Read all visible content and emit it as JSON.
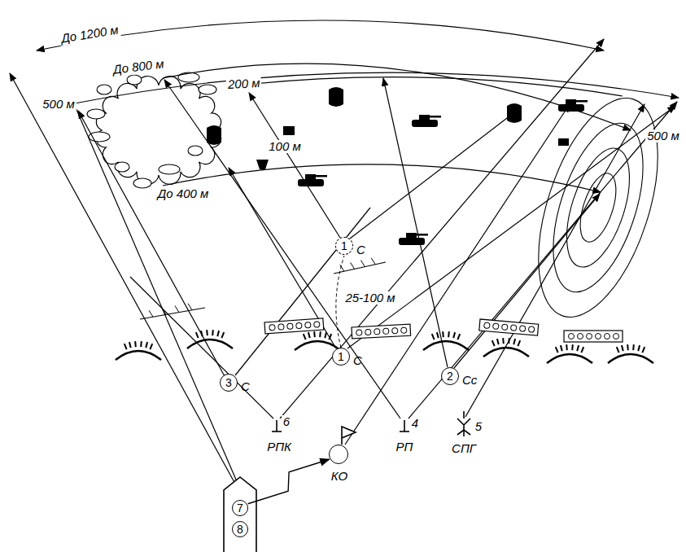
{
  "diagram": {
    "nodes": [
      {
        "text": [
          "1",
          "С"
        ]
      },
      {
        "text": [
          "1",
          "С"
        ]
      },
      {
        "text": [
          "2",
          "Сс"
        ]
      },
      {
        "text": [
          "3",
          "С"
        ]
      },
      {
        "text": [
          "КО"
        ]
      },
      {
        "text": [
          "7"
        ]
      },
      {
        "text": [
          "8"
        ]
      }
    ],
    "edges": [
      {
        "from": 5,
        "to": 4,
        "arrow": "to"
      }
    ],
    "labels": [
      "До 1200 м",
      "До 800 м",
      "200 м",
      "500 м",
      "500 м",
      "100 м",
      "До 400 м",
      "25-100 м",
      "6",
      "РПК",
      "4",
      "РП",
      "5",
      "СПГ"
    ]
  }
}
